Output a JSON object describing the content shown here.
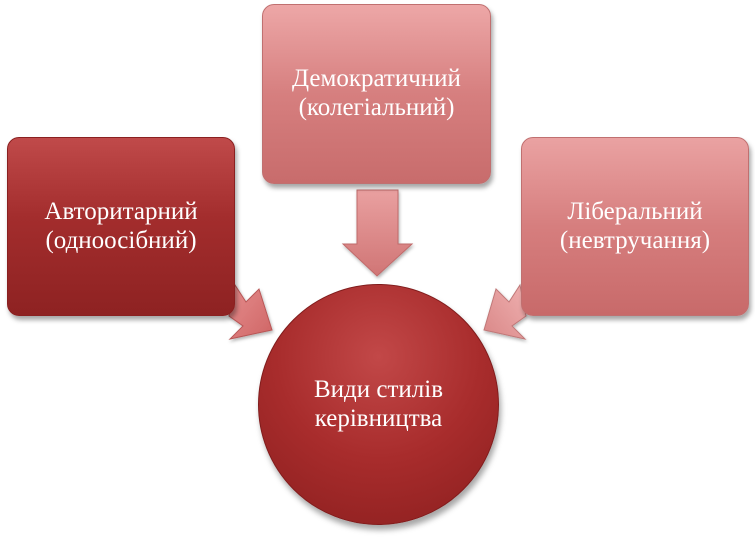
{
  "diagram": {
    "center": {
      "line1": "Види стилів",
      "line2": "керівництва"
    },
    "nodes": [
      {
        "line1": "Авторитарний",
        "line2": "(одноосібний)"
      },
      {
        "line1": "Демократичний",
        "line2": "(колегіальний)"
      },
      {
        "line1": "Ліберальний",
        "line2": "(невтручання)"
      }
    ]
  },
  "colors": {
    "authoritarian_fill": "#a32d2d",
    "democratic_fill": "#d67f7f",
    "liberal_fill": "#d67e7e",
    "center_fill": "#a82c2c",
    "text": "#ffffff"
  }
}
